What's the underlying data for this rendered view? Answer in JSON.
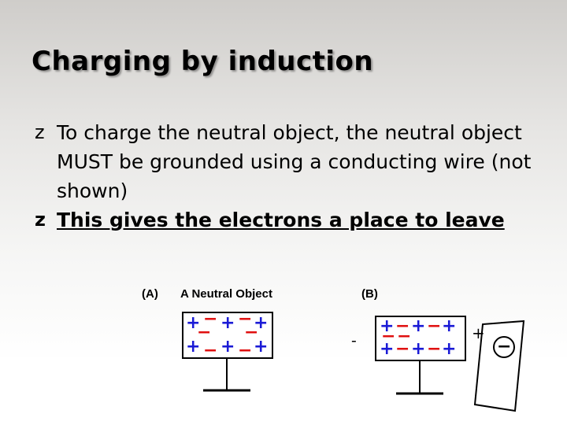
{
  "slide": {
    "title": "Charging by induction",
    "bullets": [
      {
        "marker": "z",
        "text": "To charge the neutral object, the neutral object MUST be grounded using a conducting wire (not shown)"
      },
      {
        "marker": "z",
        "text": "This gives the electrons a place to leave"
      }
    ]
  },
  "diagram": {
    "label_a": "(A)",
    "label_a_title": "A Neutral Object",
    "label_b": "(B)",
    "left_free_sign": "-",
    "right_free_sign": "+",
    "rod_sign": "−",
    "object_a_signs": [
      "+",
      "−",
      "+",
      "−",
      "+",
      "−",
      "−",
      "+",
      "−",
      "+",
      "−",
      "+"
    ],
    "object_b_signs": [
      "+",
      "−",
      "+",
      "−",
      "+",
      "−",
      "−",
      "+",
      "−",
      "+",
      "−",
      "+"
    ],
    "colors": {
      "plus": "#1a1ad6",
      "minus": "#e01010"
    }
  }
}
